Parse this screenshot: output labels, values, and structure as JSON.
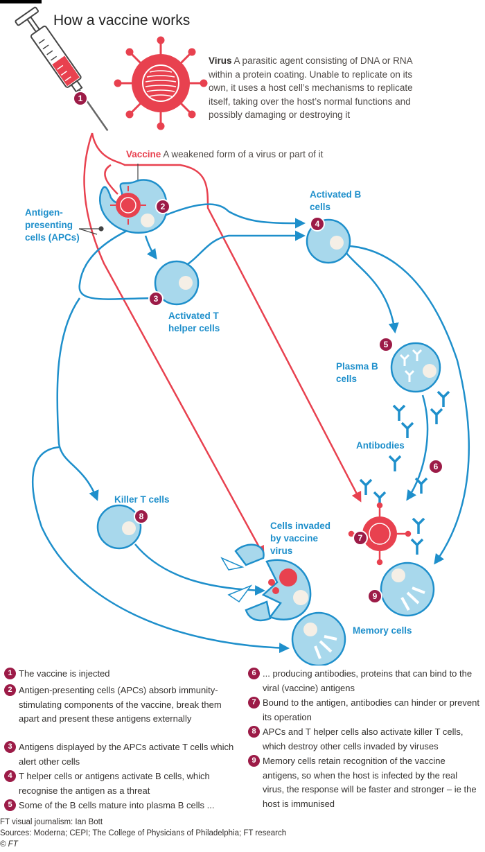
{
  "title": "How a vaccine works",
  "virus": {
    "term": "Virus",
    "definition": "A parasitic agent consisting of DNA or RNA within a protein coating. Unable to replicate on its own, it uses a host cell’s mechanisms to replicate itself, taking over the host’s normal functions and possibly damaging or destroying it"
  },
  "vaccine": {
    "term": "Vaccine",
    "definition": "A weakened form of a virus or part of it"
  },
  "labels": {
    "apc": "Antigen-presenting cells (APCs)",
    "activated_b": "Activated B cells",
    "activated_t": "Activated T helper cells",
    "plasma_b": "Plasma B cells",
    "antibodies": "Antibodies",
    "killer_t": "Killer T cells",
    "invaded": "Cells invaded by vaccine virus",
    "memory": "Memory cells"
  },
  "badges": [
    "1",
    "2",
    "3",
    "4",
    "5",
    "6",
    "7",
    "8",
    "9"
  ],
  "legend": [
    {
      "num": "1",
      "text": "The vaccine is injected"
    },
    {
      "num": "2",
      "text": "Antigen-presenting cells (APCs) absorb immunity-stimulating components of the vaccine, break them apart and present these antigens externally"
    },
    {
      "num": "3",
      "text": "Antigens displayed by the APCs activate T cells which alert other cells"
    },
    {
      "num": "4",
      "text": "T helper cells or antigens activate B cells, which recognise the antigen as a threat"
    },
    {
      "num": "5",
      "text": "Some of the B cells mature into plasma B cells ..."
    },
    {
      "num": "6",
      "text": "... producing antibodies, proteins that can bind to the viral (vaccine) antigens"
    },
    {
      "num": "7",
      "text": "Bound to the antigen, antibodies can hinder or prevent its operation"
    },
    {
      "num": "8",
      "text": "APCs and T helper cells also activate killer T cells, which destroy other cells invaded by viruses"
    },
    {
      "num": "9",
      "text": "Memory cells retain recognition of the vaccine antigens, so when the host is infected by the real virus, the response will be faster and stronger – ie the host is immunised"
    }
  ],
  "credits": {
    "line1": "FT visual journalism: Ian Bott",
    "line2": "Sources: Moderna; CEPI; The College of Physicians of Philadelphia; FT research",
    "line3": "© FT"
  },
  "colors": {
    "blue": "#1e8fcb",
    "cell_fill": "#a8d8ec",
    "red": "#e8414f",
    "badge": "#9c1b47"
  }
}
